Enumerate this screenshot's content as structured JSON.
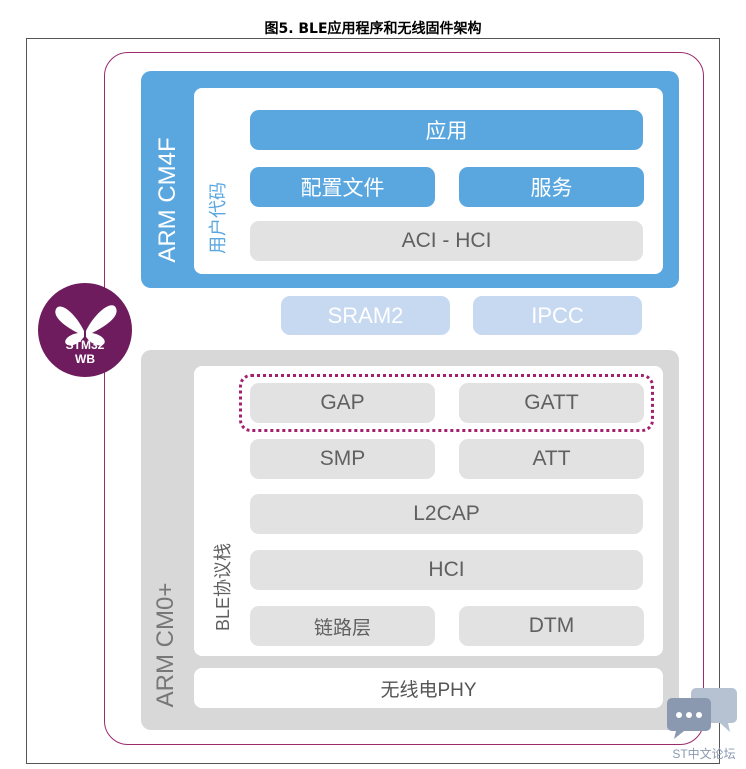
{
  "title": "图5. BLE应用程序和无线固件架构",
  "cm4": {
    "core_label": "ARM CM4F",
    "code_label": "用户代码",
    "blocks": {
      "app": "应用",
      "profile": "配置文件",
      "service": "服务",
      "aci_hci": "ACI - HCI"
    }
  },
  "shared": {
    "sram2": "SRAM2",
    "ipcc": "IPCC"
  },
  "cm0": {
    "core_label": "ARM CM0+",
    "stack_label": "BLE协议栈",
    "blocks": {
      "gap": "GAP",
      "gatt": "GATT",
      "smp": "SMP",
      "att": "ATT",
      "l2cap": "L2CAP",
      "hci": "HCI",
      "link_layer": "链路层",
      "dtm": "DTM",
      "phy": "无线电PHY"
    }
  },
  "badge": {
    "line1": "STM32",
    "line2": "WB"
  },
  "watermark": "ST中文论坛",
  "colors": {
    "blue": "#5aa7e0",
    "light_blue": "#c7d9f1",
    "grey": "#d8d8d8",
    "magenta": "#9b2a6e"
  }
}
